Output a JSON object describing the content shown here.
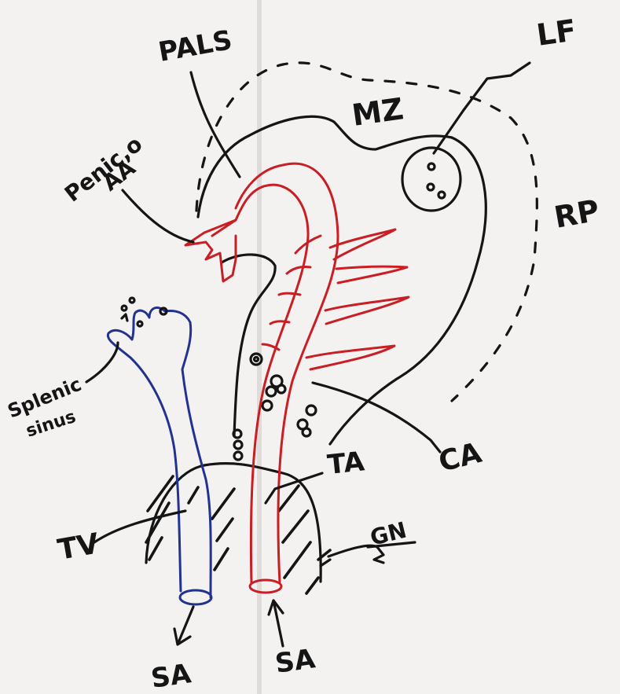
{
  "labels": {
    "pals": "PALS",
    "lf": "LF",
    "mz": "MZ",
    "rp": "RP",
    "penicillar_line1": "Penic,o",
    "penicillar_line2": "AA",
    "splenic_sinus_line1": "Splenic",
    "splenic_sinus_line2": "sinus",
    "ta": "TA",
    "ca": "CA",
    "gn": "GN",
    "tv": "TV",
    "sa_left": "SA",
    "sa_right": "SA"
  },
  "colors": {
    "ink": "#151515",
    "artery": "#c81e24",
    "vein": "#22338f",
    "paper": "#f4f2f1"
  }
}
